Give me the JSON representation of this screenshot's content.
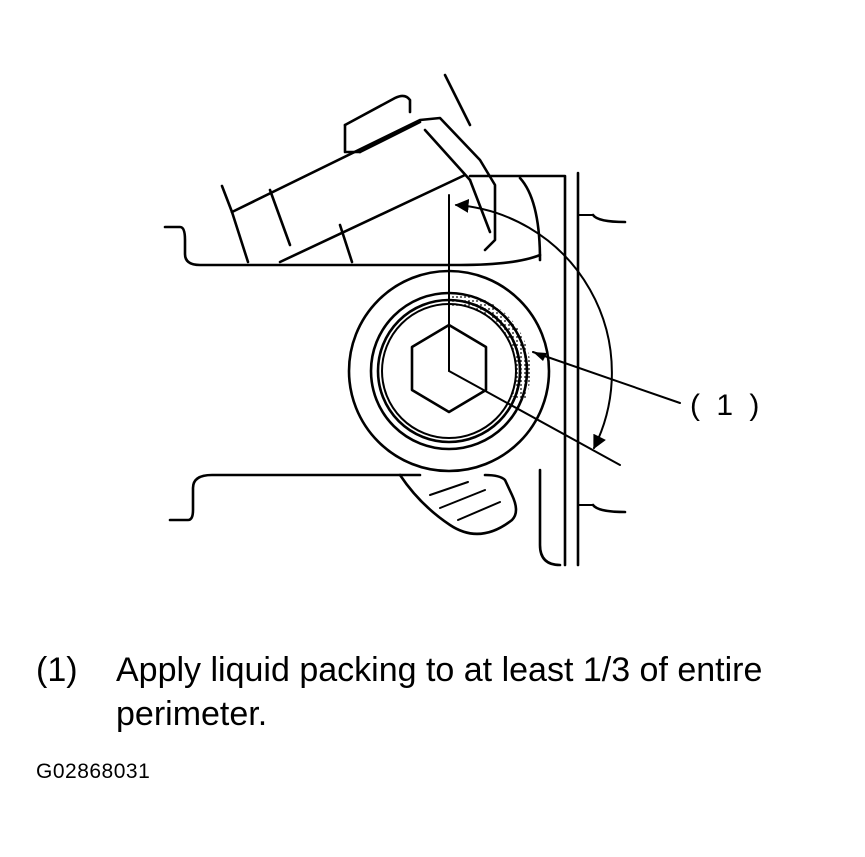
{
  "diagram": {
    "callout_label": "( 1 )"
  },
  "caption": {
    "number": "(1)",
    "text": "Apply liquid packing to at least 1/3 of entire perimeter."
  },
  "figure_id": "G02868031"
}
